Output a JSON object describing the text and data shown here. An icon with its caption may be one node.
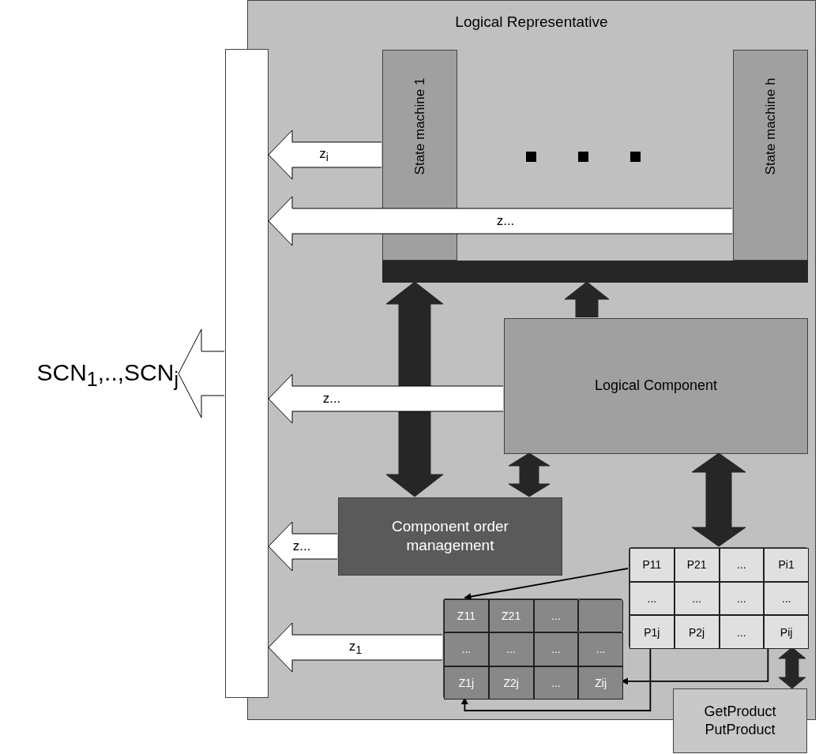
{
  "diagram": {
    "nodes": [
      {
        "text": [
          "Logical Representative"
        ]
      },
      {
        "text": [],
        "shape": "bar"
      },
      {
        "text": [
          "SCN$_{1}$,..,SCN$_{j}$"
        ]
      },
      {
        "text": [
          "State machine 1"
        ],
        "in": 0
      },
      {
        "text": [
          "State machine h"
        ],
        "in": 0
      },
      {
        "text": [],
        "shape": "bar",
        "in": 0
      },
      {
        "text": [
          "Logical Component"
        ],
        "in": 0
      },
      {
        "text": [
          "Component order management"
        ],
        "in": 0
      },
      {
        "text": [],
        "shape": "box",
        "in": 0
      },
      {
        "text": [
          "P11"
        ],
        "in": 8
      },
      {
        "text": [
          "P21"
        ],
        "in": 8
      },
      {
        "text": [
          "..."
        ],
        "in": 8
      },
      {
        "text": [
          "Pi1"
        ],
        "in": 8
      },
      {
        "text": [
          "..."
        ],
        "in": 8
      },
      {
        "text": [
          "..."
        ],
        "in": 8
      },
      {
        "text": [
          "..."
        ],
        "in": 8
      },
      {
        "text": [
          "..."
        ],
        "in": 8
      },
      {
        "text": [
          "P1j"
        ],
        "in": 8
      },
      {
        "text": [
          "P2j"
        ],
        "in": 8
      },
      {
        "text": [
          "..."
        ],
        "in": 8
      },
      {
        "text": [
          "Pij"
        ],
        "in": 8
      },
      {
        "text": [],
        "shape": "box",
        "in": 0
      },
      {
        "text": [
          "Z11"
        ],
        "in": 21
      },
      {
        "text": [
          "Z21"
        ],
        "in": 21
      },
      {
        "text": [
          "..."
        ],
        "in": 21
      },
      {
        "text": [],
        "shape": "box",
        "in": 21
      },
      {
        "text": [
          "..."
        ],
        "in": 21
      },
      {
        "text": [
          "..."
        ],
        "in": 21
      },
      {
        "text": [
          "..."
        ],
        "in": 21
      },
      {
        "text": [
          "..."
        ],
        "in": 21
      },
      {
        "text": [
          "Z1j"
        ],
        "in": 21
      },
      {
        "text": [
          "Z2j"
        ],
        "in": 21
      },
      {
        "text": [
          "..."
        ],
        "in": 21
      },
      {
        "text": [
          "Zij"
        ],
        "in": 21
      },
      {
        "text": [
          "GetProduct PutProduct"
        ]
      }
    ],
    "edges": [
      {
        "from": 3,
        "to": 1,
        "arrow": "to",
        "label": "z$_{i}$"
      },
      {
        "from": 4,
        "to": 1,
        "arrow": "to",
        "label": "z..."
      },
      {
        "from": 5,
        "to": 7,
        "arrow": "both"
      },
      {
        "from": 6,
        "to": 5,
        "arrow": "to"
      },
      {
        "from": 6,
        "to": 1,
        "arrow": "to",
        "label": "z..."
      },
      {
        "from": 6,
        "to": 7,
        "arrow": "both"
      },
      {
        "from": 7,
        "to": 1,
        "arrow": "to",
        "label": "z..."
      },
      {
        "from": 6,
        "to": 8,
        "arrow": "both"
      },
      {
        "from": 9,
        "to": 22,
        "arrow": "to"
      },
      {
        "from": 17,
        "to": 30,
        "arrow": "to"
      },
      {
        "from": 20,
        "to": 33,
        "arrow": "to"
      },
      {
        "from": 21,
        "to": 1,
        "arrow": "to",
        "label": "z$_{1}$"
      },
      {
        "from": 8,
        "to": 34,
        "arrow": "both"
      },
      {
        "from": 1,
        "to": 2,
        "arrow": "to"
      }
    ]
  }
}
